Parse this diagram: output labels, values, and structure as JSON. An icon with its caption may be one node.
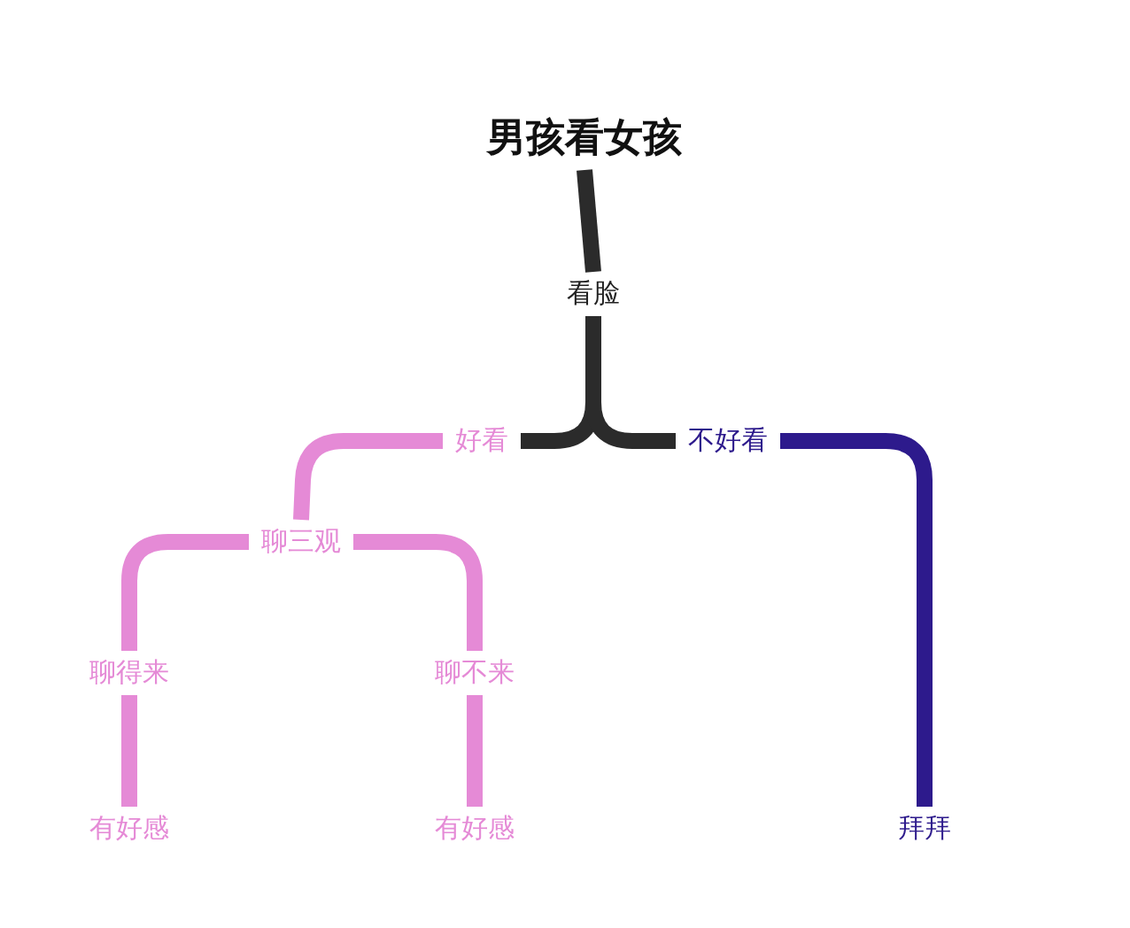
{
  "diagram": {
    "nodes": [
      {
        "text": [
          "男孩看女孩"
        ]
      },
      {
        "text": [
          "看脸"
        ]
      },
      {
        "text": [
          "好看"
        ]
      },
      {
        "text": [
          "不好看"
        ]
      },
      {
        "text": [
          "聊三观"
        ]
      },
      {
        "text": [
          "聊得来"
        ]
      },
      {
        "text": [
          "聊不来"
        ]
      },
      {
        "text": [
          "有好感"
        ]
      },
      {
        "text": [
          "有好感"
        ]
      },
      {
        "text": [
          "拜拜"
        ]
      }
    ],
    "edges": [
      {
        "from": 0,
        "to": 1,
        "arrow": "none",
        "color": "#2b2b2b"
      },
      {
        "from": 1,
        "to": 2,
        "arrow": "none",
        "color": "#2b2b2b"
      },
      {
        "from": 1,
        "to": 3,
        "arrow": "none",
        "color": "#2b2b2b"
      },
      {
        "from": 3,
        "to": 9,
        "arrow": "none",
        "color": "#2d1a8c"
      },
      {
        "from": 2,
        "to": 4,
        "arrow": "none",
        "color": "#e58ad6"
      },
      {
        "from": 4,
        "to": 5,
        "arrow": "none",
        "color": "#e58ad6"
      },
      {
        "from": 4,
        "to": 6,
        "arrow": "none",
        "color": "#e58ad6"
      },
      {
        "from": 5,
        "to": 7,
        "arrow": "none",
        "color": "#e58ad6"
      },
      {
        "from": 6,
        "to": 8,
        "arrow": "none",
        "color": "#e58ad6"
      }
    ]
  }
}
